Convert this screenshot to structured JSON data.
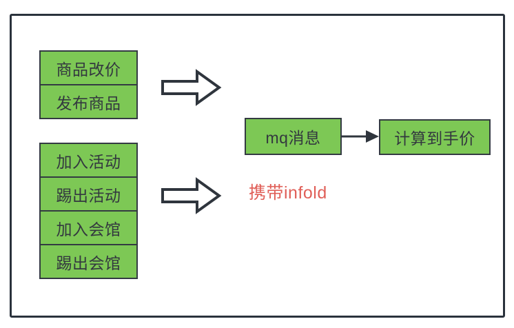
{
  "diagram": {
    "source_groups": {
      "product_events": {
        "items": [
          "商品改价",
          "发布商品"
        ]
      },
      "activity_events": {
        "items": [
          "加入活动",
          "踢出活动",
          "加入会馆",
          "踢出会馆"
        ]
      }
    },
    "mq_node": {
      "label": "mq消息"
    },
    "result_node": {
      "label": "计算到手价"
    },
    "annotation": {
      "text": "携带infold"
    }
  },
  "colors": {
    "box_fill": "#7dc855",
    "box_border": "#333a42",
    "frame_border": "#2a323c",
    "text": "#33383f",
    "annotation": "#e05f58",
    "arrow_stroke": "#2f353d"
  }
}
